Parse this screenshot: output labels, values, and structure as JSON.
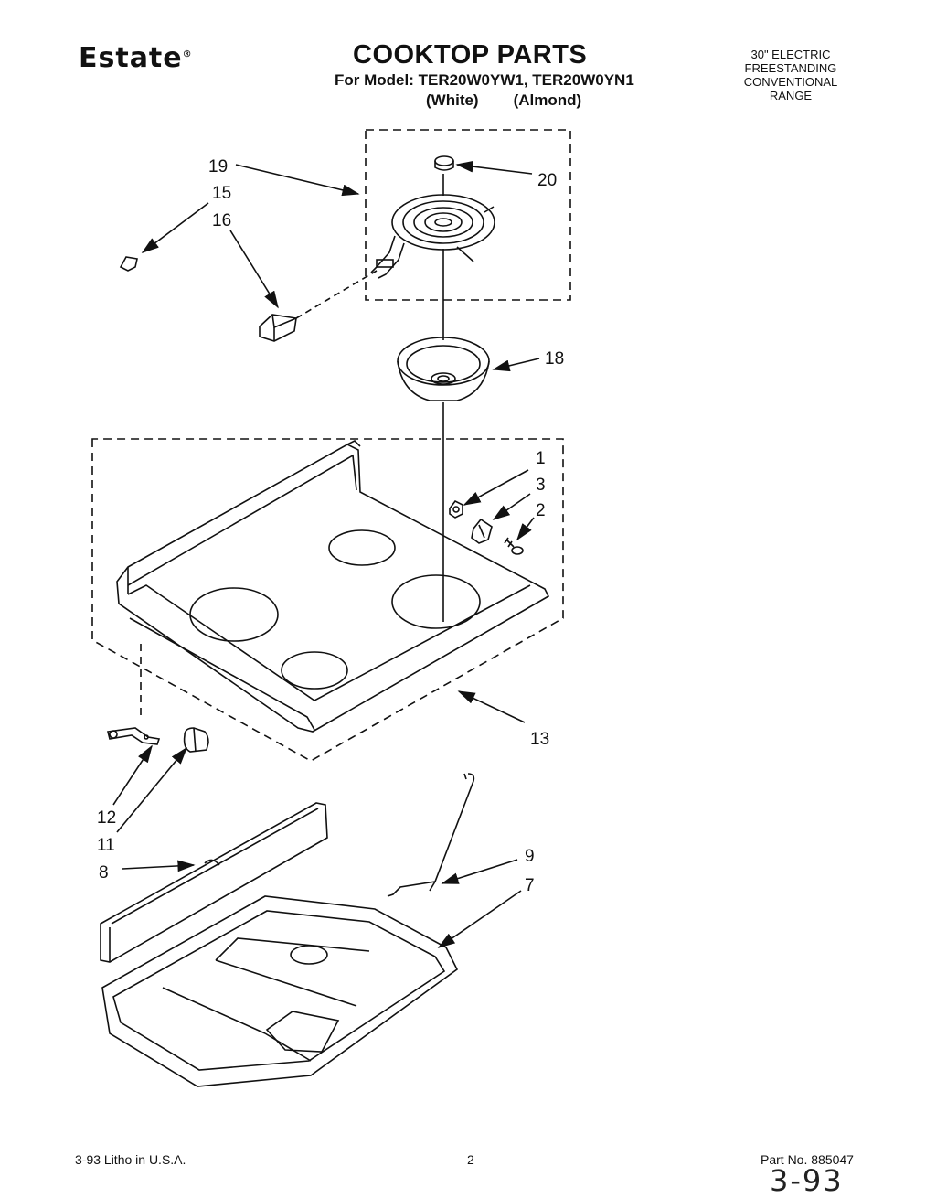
{
  "header": {
    "brand": "Estate",
    "title": "COOKTOP PARTS",
    "models_line": "For Model: TER20W0YW1, TER20W0YN1",
    "color_white": "(White)",
    "color_almond": "(Almond)",
    "description": [
      "30\" ELECTRIC",
      "FREESTANDING",
      "CONVENTIONAL",
      "RANGE"
    ]
  },
  "callouts": [
    {
      "id": "19",
      "label": "19"
    },
    {
      "id": "15",
      "label": "15"
    },
    {
      "id": "16",
      "label": "16"
    },
    {
      "id": "20",
      "label": "20"
    },
    {
      "id": "18",
      "label": "18"
    },
    {
      "id": "1",
      "label": "1"
    },
    {
      "id": "3",
      "label": "3"
    },
    {
      "id": "2",
      "label": "2"
    },
    {
      "id": "13",
      "label": "13"
    },
    {
      "id": "12",
      "label": "12"
    },
    {
      "id": "11",
      "label": "11"
    },
    {
      "id": "8",
      "label": "8"
    },
    {
      "id": "9",
      "label": "9"
    },
    {
      "id": "7",
      "label": "7"
    }
  ],
  "footer": {
    "litho": "3-93 Litho in U.S.A.",
    "page": "2",
    "part_no": "Part No. 885047",
    "handwritten": "3-93"
  }
}
